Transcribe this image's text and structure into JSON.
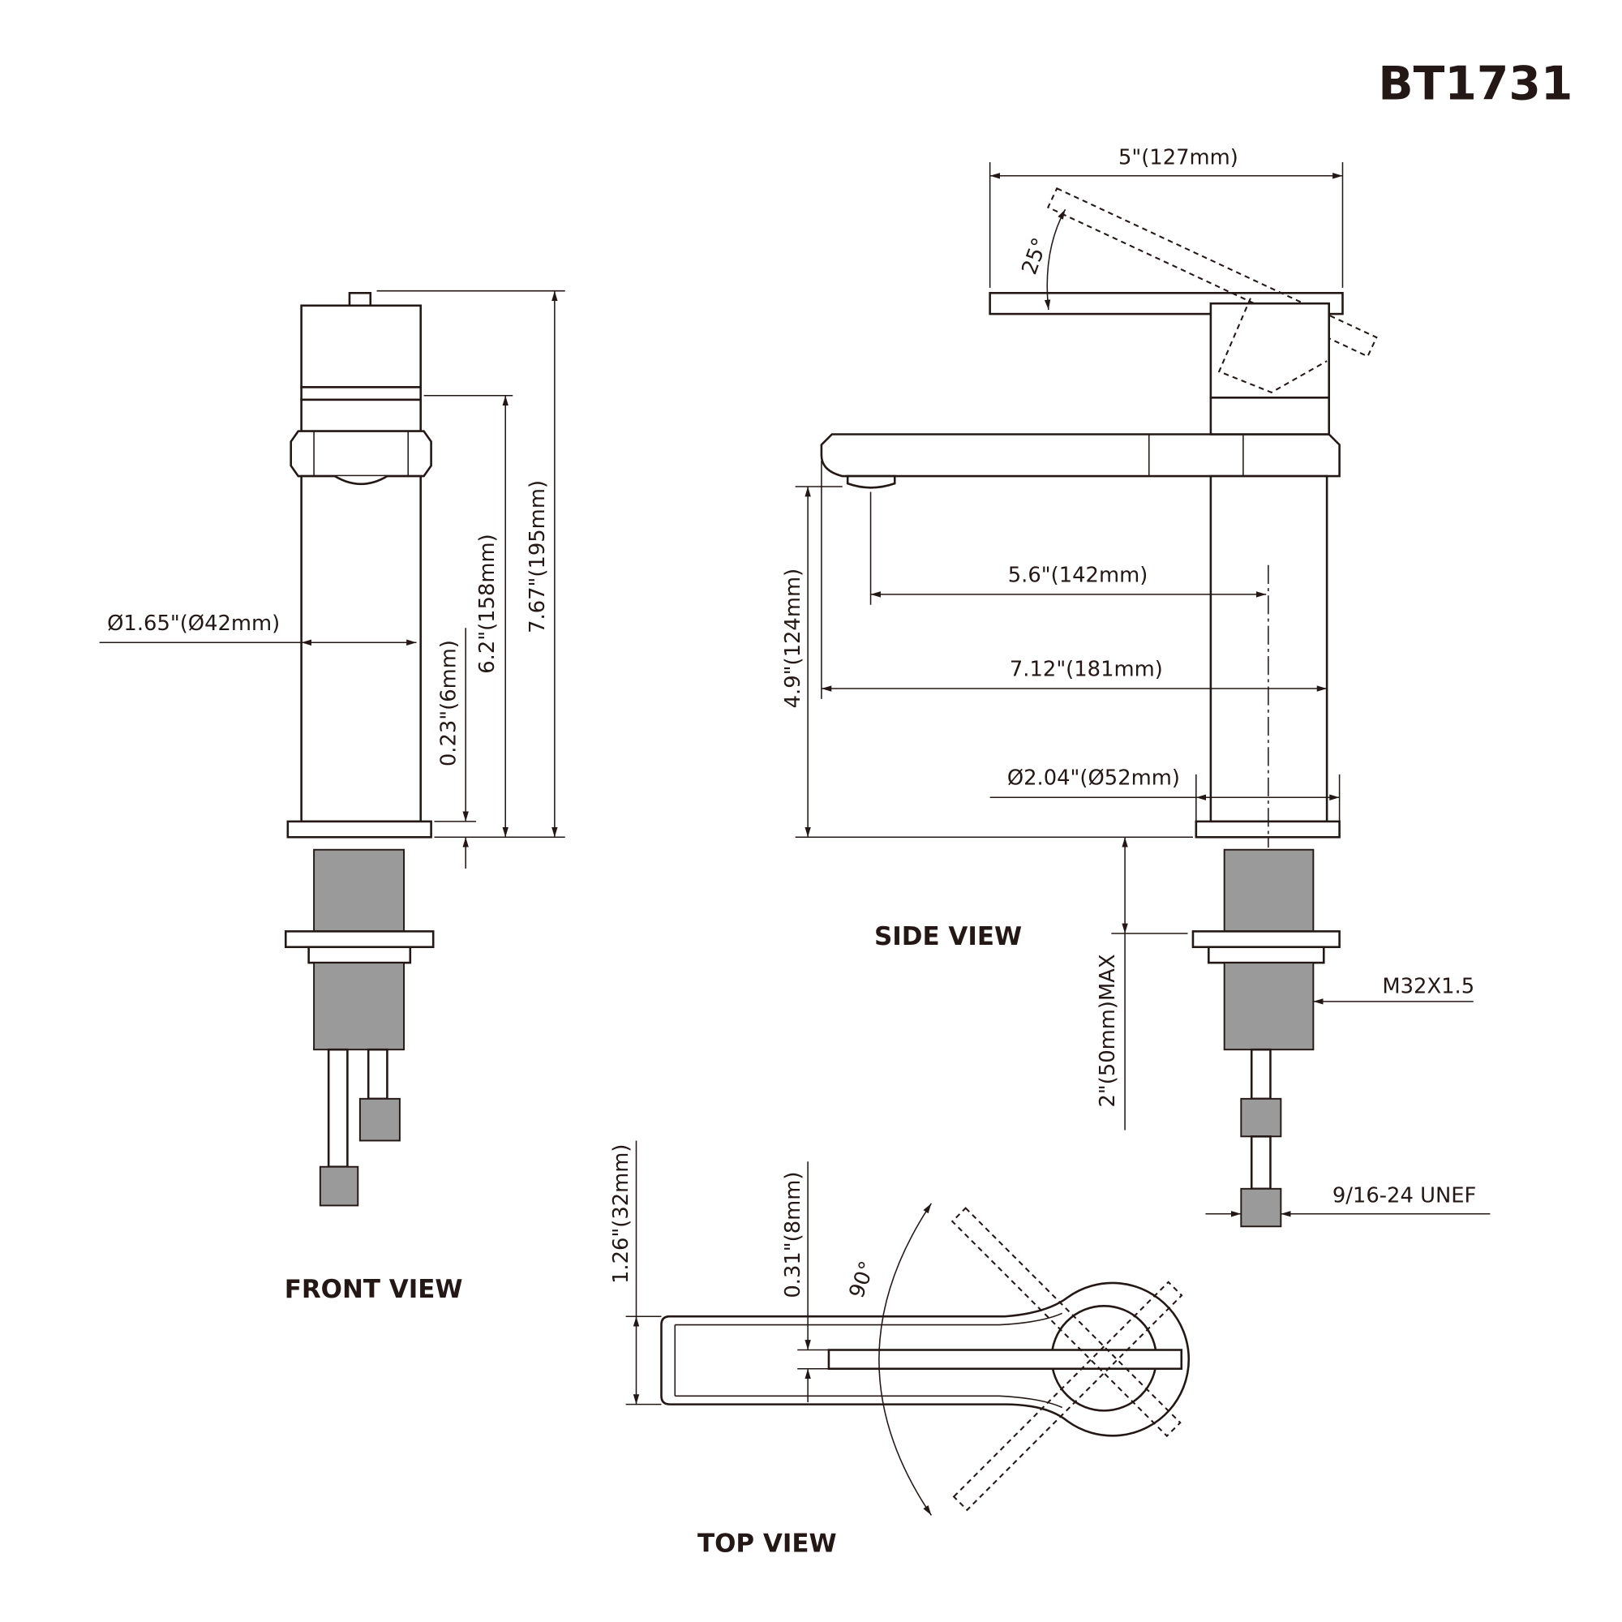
{
  "title": "BT1731",
  "views": {
    "front": "FRONT VIEW",
    "side": "SIDE VIEW",
    "top": "TOP VIEW"
  },
  "front_dims": {
    "diameter": "Ø1.65\"(Ø42mm)",
    "deck": "0.23\"(6mm)",
    "spout_height": "6.2\"(158mm)",
    "total_height": "7.67\"(195mm)"
  },
  "side_dims": {
    "lever_length": "5\"(127mm)",
    "lever_angle": "25°",
    "outlet_height": "4.9\"(124mm)",
    "reach": "5.6\"(142mm)",
    "spout_length": "7.12\"(181mm)",
    "base_diameter": "Ø2.04\"(Ø52mm)",
    "max_deck": "2\"(50mm)MAX",
    "thread": "M32X1.5",
    "hose_thread": "9/16-24 UNEF"
  },
  "top_dims": {
    "width": "1.26\"(32mm)",
    "handle_width": "0.31\"(8mm)",
    "rotation": "90°"
  }
}
